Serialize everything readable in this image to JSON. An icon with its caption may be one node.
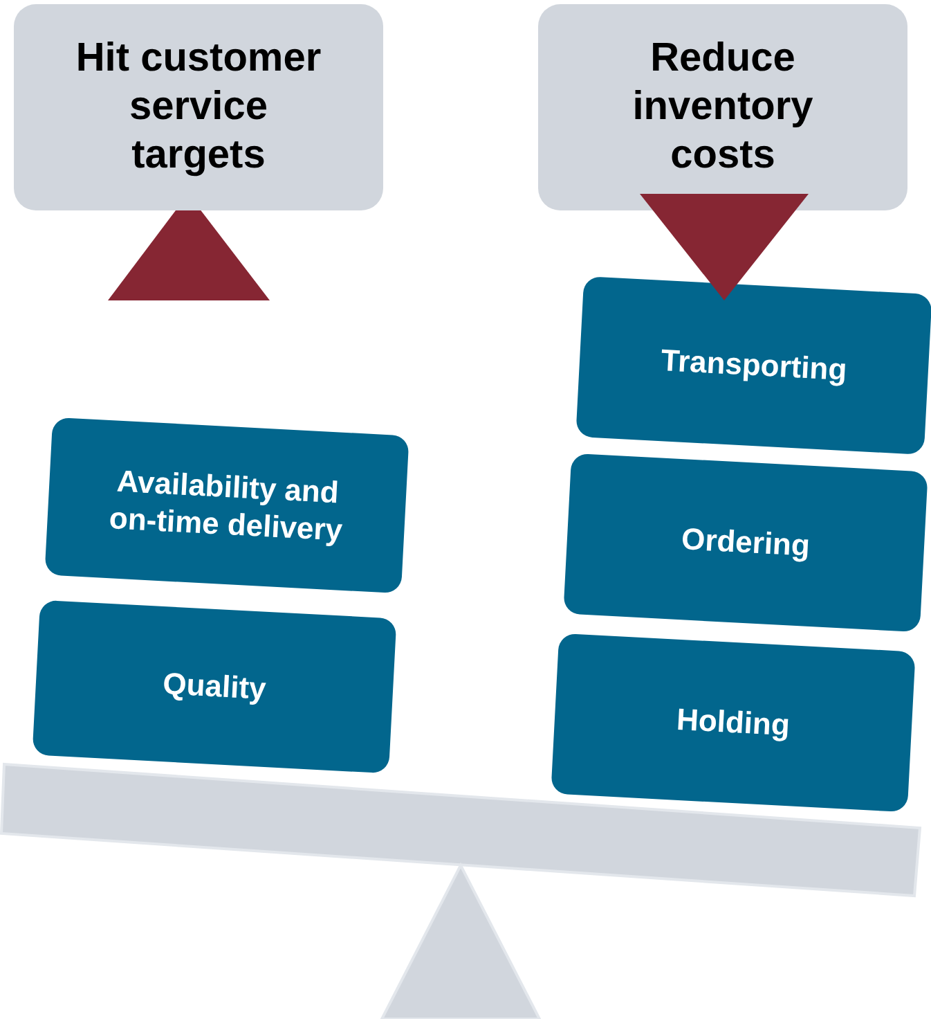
{
  "diagram": {
    "nodes": [
      {
        "text": [
          "Hit customer service targets"
        ]
      },
      {
        "text": [
          "Reduce inventory costs"
        ]
      },
      {
        "text": [
          "Availability and on-time delivery"
        ]
      },
      {
        "text": [
          "Quality"
        ]
      },
      {
        "text": [
          "Transporting"
        ]
      },
      {
        "text": [
          "Ordering"
        ]
      },
      {
        "text": [
          "Holding"
        ]
      }
    ],
    "edges": [
      {
        "from": 1,
        "to": 4,
        "arrow": "to"
      }
    ]
  }
}
